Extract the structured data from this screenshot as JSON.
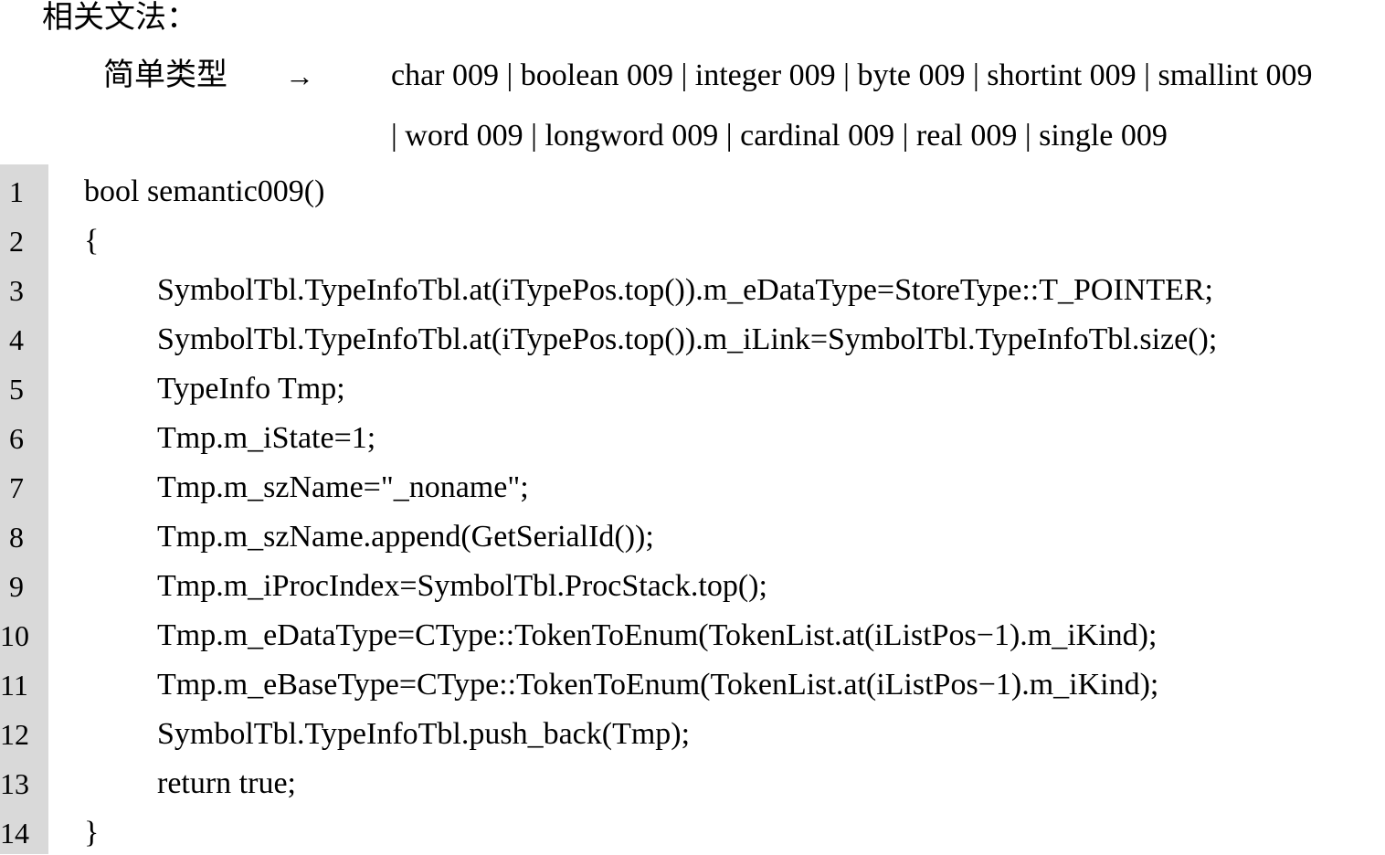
{
  "grammar": {
    "label": "相关文法：",
    "rule_lhs": "简单类型",
    "rule_arrow": "→",
    "rule_rhs_lines": [
      "char 009 | boolean 009 | integer 009 | byte 009 | shortint 009 | smallint 009",
      "| word 009 | longword 009 | cardinal 009 | real 009 | single 009"
    ]
  },
  "code": {
    "lines": [
      {
        "num": "1",
        "text": "bool semantic009()"
      },
      {
        "num": "2",
        "text": "{"
      },
      {
        "num": "3",
        "text": "SymbolTbl.TypeInfoTbl.at(iTypePos.top()).m_eDataType=StoreType::T_POINTER;"
      },
      {
        "num": "4",
        "text": "SymbolTbl.TypeInfoTbl.at(iTypePos.top()).m_iLink=SymbolTbl.TypeInfoTbl.size();"
      },
      {
        "num": "5",
        "text": "TypeInfo Tmp;"
      },
      {
        "num": "6",
        "text": "Tmp.m_iState=1;"
      },
      {
        "num": "7",
        "text": "Tmp.m_szName=\"_noname\";"
      },
      {
        "num": "8",
        "text": "Tmp.m_szName.append(GetSerialId());"
      },
      {
        "num": "9",
        "text": "Tmp.m_iProcIndex=SymbolTbl.ProcStack.top();"
      },
      {
        "num": "10",
        "text": "Tmp.m_eDataType=CType::TokenToEnum(TokenList.at(iListPos−1).m_iKind);"
      },
      {
        "num": "11",
        "text": "Tmp.m_eBaseType=CType::TokenToEnum(TokenList.at(iListPos−1).m_iKind);"
      },
      {
        "num": "12",
        "text": "SymbolTbl.TypeInfoTbl.push_back(Tmp);"
      },
      {
        "num": "13",
        "text": "return true;"
      },
      {
        "num": "14",
        "text": "}"
      }
    ]
  }
}
